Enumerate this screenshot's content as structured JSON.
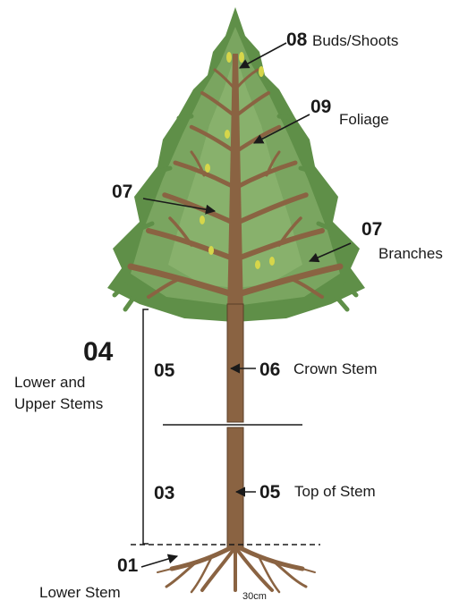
{
  "labels": {
    "buds": {
      "num": "08",
      "text": "Buds/Shoots"
    },
    "foliage": {
      "num": "09",
      "text": "Foliage"
    },
    "inner_branch": {
      "num": "07"
    },
    "branches": {
      "num": "07",
      "text": "Branches"
    },
    "stems_group": {
      "num": "04",
      "line1": "Lower and",
      "line2": "Upper Stems"
    },
    "upper_segment": {
      "num": "05"
    },
    "crown_stem": {
      "num": "06",
      "text": "Crown Stem"
    },
    "lower_segment": {
      "num": "03"
    },
    "top_of_stem": {
      "num": "05",
      "text": "Top of Stem"
    },
    "lower_stem": {
      "num": "01",
      "text": "Lower Stem"
    },
    "depth": {
      "text": "30cm"
    }
  },
  "colors": {
    "foliage_dark": "#5f8f48",
    "foliage_mid": "#7aa560",
    "foliage_light": "#93bb77",
    "trunk": "#8a6342",
    "trunk_outline": "#5b3f28",
    "bud": "#d6d64a",
    "ink": "#1a1a1a"
  }
}
